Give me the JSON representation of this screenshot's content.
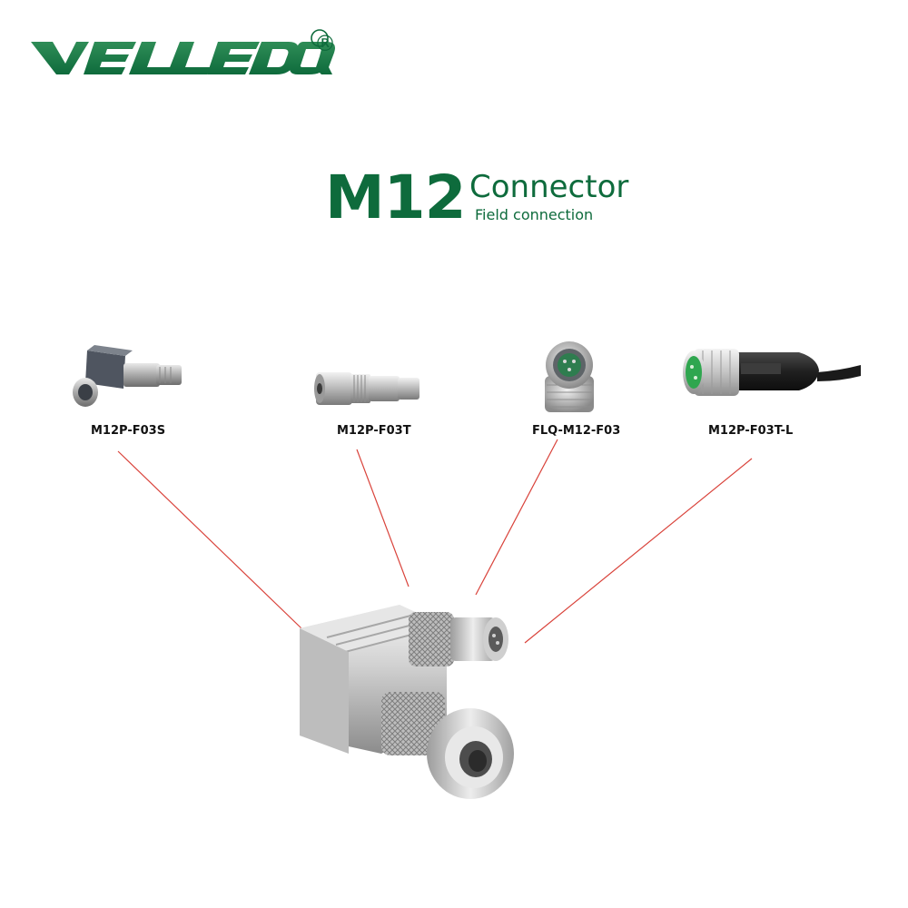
{
  "brand": {
    "name": "VELLEDQ",
    "registered_mark": "®",
    "color": "#0e6b3c"
  },
  "header": {
    "title_main": "M12",
    "title_secondary": "Connector",
    "subtitle": "Field connection"
  },
  "products": [
    {
      "label": "M12P-F03S",
      "icon": "right-angle-connector-icon"
    },
    {
      "label": "M12P-F03T",
      "icon": "straight-connector-icon"
    },
    {
      "label": "FLQ-M12-F03",
      "icon": "panel-socket-icon"
    },
    {
      "label": "M12P-F03T-L",
      "icon": "cable-connector-icon"
    }
  ],
  "main_image": {
    "icon": "t-splitter-connector-icon"
  },
  "leader_line_color": "#d9423a"
}
